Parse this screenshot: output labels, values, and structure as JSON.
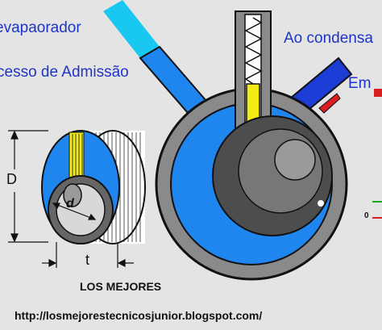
{
  "labels": {
    "from_evaporator": "evapaorador",
    "intake_process": "cesso de Admissão",
    "to_condenser": "Ao condensa",
    "em": "Em",
    "dimension_D": "D",
    "dimension_d": "d",
    "dimension_t": "t",
    "zero_mark": "0",
    "caption": "LOS MEJORES",
    "url": "http://losmejorestecnicosjunior.blogspot.com/"
  },
  "colors": {
    "background": "#e4e4e4",
    "refrigerant_blue": "#1f86f0",
    "inlet_pipe_cyan": "#18c8f0",
    "outlet_pipe_navy": "#1c3cd6",
    "housing_gray": "#8a8a8a",
    "rotor_dark": "#4d4d4d",
    "vane_yellow": "#f3ec14",
    "spring_pipe_red": "#d81e1e",
    "label_blue": "#1e34c8"
  }
}
